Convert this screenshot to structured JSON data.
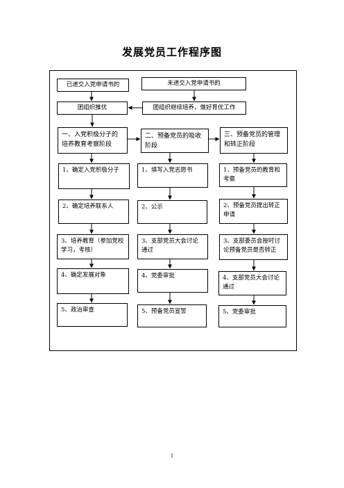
{
  "title": "发展党员工作程序图",
  "top": {
    "submitted": "已递交入党申请书的",
    "not_submitted": "未递交入党申请书的",
    "recommend": "团组织推优",
    "continue_training": "团组织继续培养，做好育优工作"
  },
  "stages": [
    {
      "label": "一、入党积极分子的培养教育考察阶段",
      "steps": [
        "1、确定入党积极分子",
        "2、确定培养联系人",
        "3、培养教育（参加党校学习，考核）",
        "4、确定发展对象",
        "5、政治审查"
      ]
    },
    {
      "label": "二、预备党员的吸收阶段",
      "steps": [
        "1、填写入党志愿书",
        "2、公示",
        "3、支部党员大会讨论通过",
        "4、党委审批",
        "5、预备党员宣誓"
      ]
    },
    {
      "label": "三、预备党员的管理和转正阶段",
      "steps": [
        "1、预备党员的教育和考察",
        "2、预备党员提出转正申请",
        "3、支部委员会按时讨论预备党员是否转正",
        "4、支部党员大会讨论通过",
        "5、党委审批"
      ]
    }
  ],
  "page_number": "1"
}
